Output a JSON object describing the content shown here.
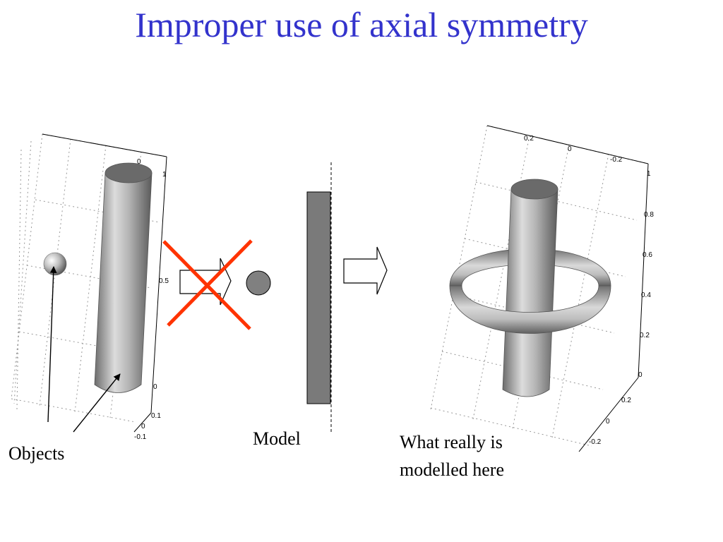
{
  "title": "Improper use of axial symmetry",
  "labels": {
    "objects": "Objects",
    "model": "Model",
    "really_line1": "What really is",
    "really_line2": "modelled here"
  },
  "left_plot": {
    "ticks_top": [
      "0"
    ],
    "ticks_right": [
      "1",
      "0.5",
      "0"
    ],
    "ticks_bottom": [
      "0.1",
      "0",
      "-0.1"
    ]
  },
  "right_plot": {
    "ticks_top": [
      "0.2",
      "0",
      "-0.2"
    ],
    "ticks_right": [
      "1",
      "0.8",
      "0.6",
      "0.4",
      "0.2",
      "0"
    ],
    "ticks_bottom": [
      "0.2",
      "0",
      "-0.2"
    ]
  },
  "colors": {
    "title": "#3333cc",
    "cross": "#ff3300",
    "model_rect": "#7a7a7a",
    "sphere": "#9a9a9a"
  }
}
